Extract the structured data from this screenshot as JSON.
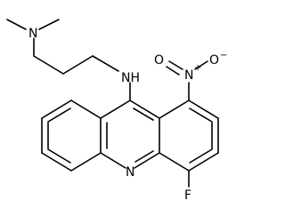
{
  "atoms": {
    "amine_n": "N",
    "linker_nh": "NH",
    "nitro_n": "N",
    "nitro_o_double": "O",
    "nitro_o_single": "O",
    "ring_n": "N",
    "fluorine": "F"
  },
  "charges": {
    "nitro_n_plus": "+",
    "nitro_o_minus": "−"
  }
}
